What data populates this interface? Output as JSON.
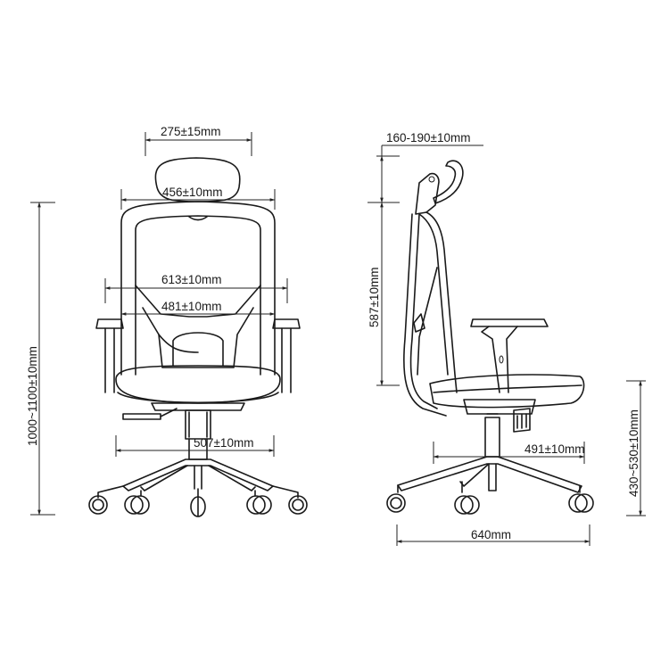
{
  "figure": {
    "title": "",
    "views": [
      "front-view",
      "side-view"
    ]
  },
  "front_view": {
    "dimensions": {
      "headrest_width": "275±15mm",
      "backrest_top_width": "456±10mm",
      "armrest_outer_width": "613±10mm",
      "armrest_inner_width": "481±10mm",
      "overall_height": "1000~1100±10mm",
      "base_radius": "507±10mm"
    }
  },
  "side_view": {
    "dimensions": {
      "headrest_adjust": "160-190±10mm",
      "backrest_height": "587±10mm",
      "base_radius": "491±10mm",
      "seat_height": "430~530±10mm",
      "overall_depth": "640mm"
    }
  },
  "colors": {
    "line": "#1a1a1a",
    "background": "#ffffff"
  }
}
